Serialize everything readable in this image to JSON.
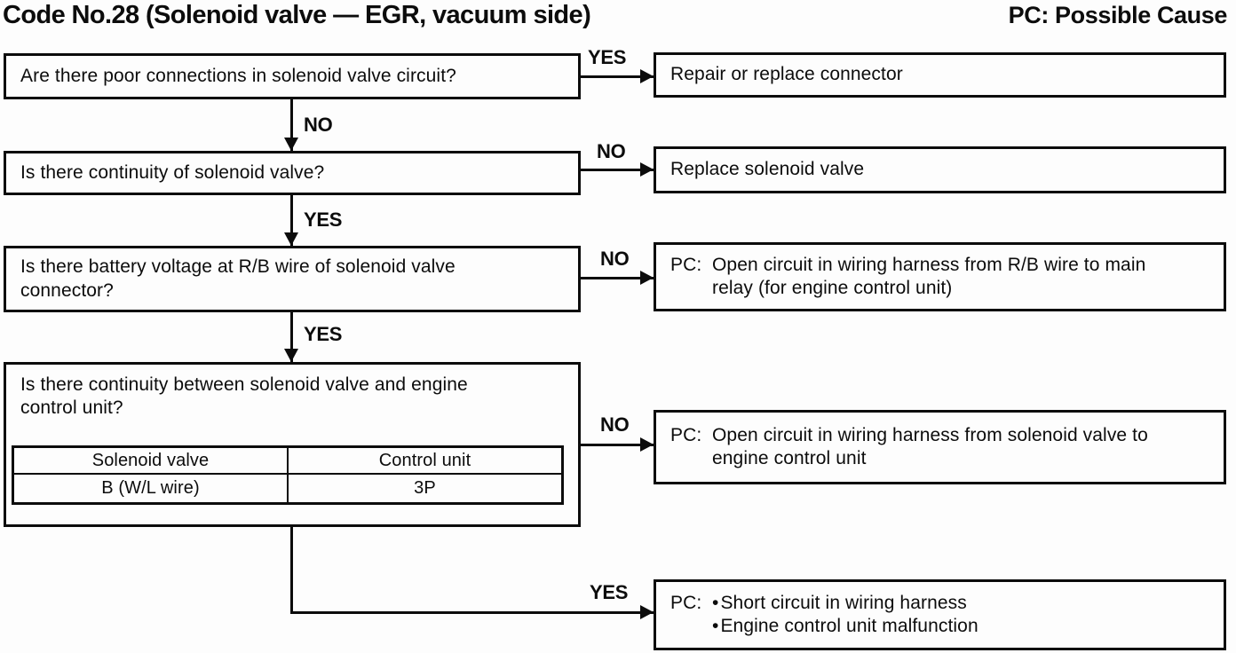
{
  "page": {
    "title": "Code No.28 (Solenoid valve — EGR, vacuum side)",
    "legend": "PC: Possible Cause"
  },
  "questions": [
    {
      "text": "Are there poor connections in solenoid valve circuit?",
      "yes_label": "YES",
      "no_label": "NO"
    },
    {
      "text": "Is there continuity of solenoid valve?",
      "no_label": "NO",
      "yes_label": "YES"
    },
    {
      "text": "Is there battery voltage at R/B wire of solenoid valve connector?",
      "no_label": "NO",
      "yes_label": "YES"
    },
    {
      "text": "Is there continuity between solenoid valve and engine control unit?",
      "no_label": "NO",
      "yes_label": "YES"
    }
  ],
  "continuity_table": {
    "headers": [
      "Solenoid valve",
      "Control unit"
    ],
    "row": [
      "B (W/L wire)",
      "3P"
    ]
  },
  "results": [
    {
      "text": "Repair or replace connector"
    },
    {
      "text": "Replace solenoid valve"
    },
    {
      "prefix": "PC:",
      "text": "Open circuit in wiring harness from R/B wire to main relay (for engine control unit)"
    },
    {
      "prefix": "PC:",
      "text": "Open circuit in wiring harness from solenoid valve to engine control unit"
    },
    {
      "prefix": "PC:",
      "bullets": [
        "Short circuit in wiring harness",
        "Engine control unit malfunction"
      ]
    }
  ]
}
